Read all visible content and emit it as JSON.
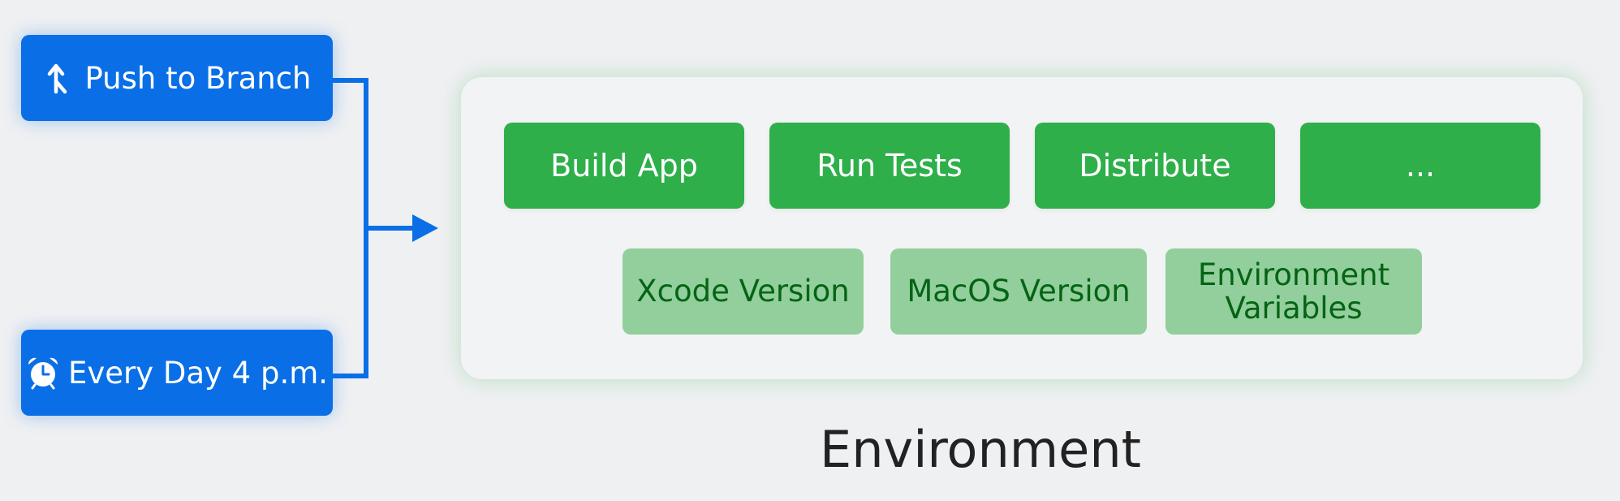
{
  "triggers": [
    {
      "label": "Push to Branch",
      "icon": "branch-icon"
    },
    {
      "label": "Every Day 4 p.m.",
      "icon": "alarm-clock-icon"
    }
  ],
  "environment": {
    "label": "Environment",
    "steps": [
      {
        "label": "Build App"
      },
      {
        "label": "Run Tests"
      },
      {
        "label": "Distribute"
      },
      {
        "label": "..."
      }
    ],
    "settings": [
      {
        "label": "Xcode Version"
      },
      {
        "label": "MacOS Version"
      },
      {
        "label": "Environment\nVariables"
      }
    ]
  },
  "colors": {
    "background": "#eff0f2",
    "trigger": "#0a6fe6",
    "step": "#2eaf4a",
    "setting": "#92cf9c",
    "setting_text": "#046414",
    "connector": "#0a6fe6"
  }
}
